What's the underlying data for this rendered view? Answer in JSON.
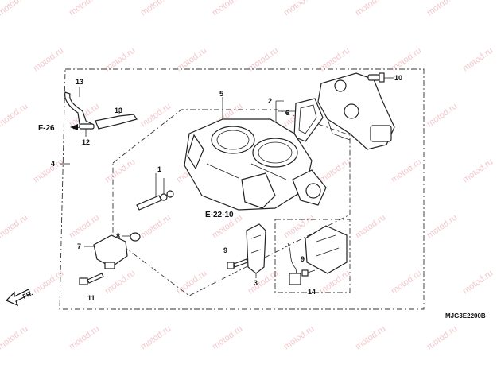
{
  "watermark": {
    "text": "motod.ru",
    "color": "#f2c9cd"
  },
  "callouts": {
    "c1": "1",
    "c2": "2",
    "c3": "3",
    "c4": "4",
    "c5": "5",
    "c6": "6",
    "c7": "7",
    "c8": "8",
    "c9a": "9",
    "c9b": "9",
    "c10": "10",
    "c11": "11",
    "c12": "12",
    "c13a": "13",
    "c13b": "13",
    "c14": "14"
  },
  "references": {
    "f26": "F-26",
    "e22": "E-22-10"
  },
  "front_arrow_label": "FR.",
  "diagram_code": "MJG3E2200B"
}
